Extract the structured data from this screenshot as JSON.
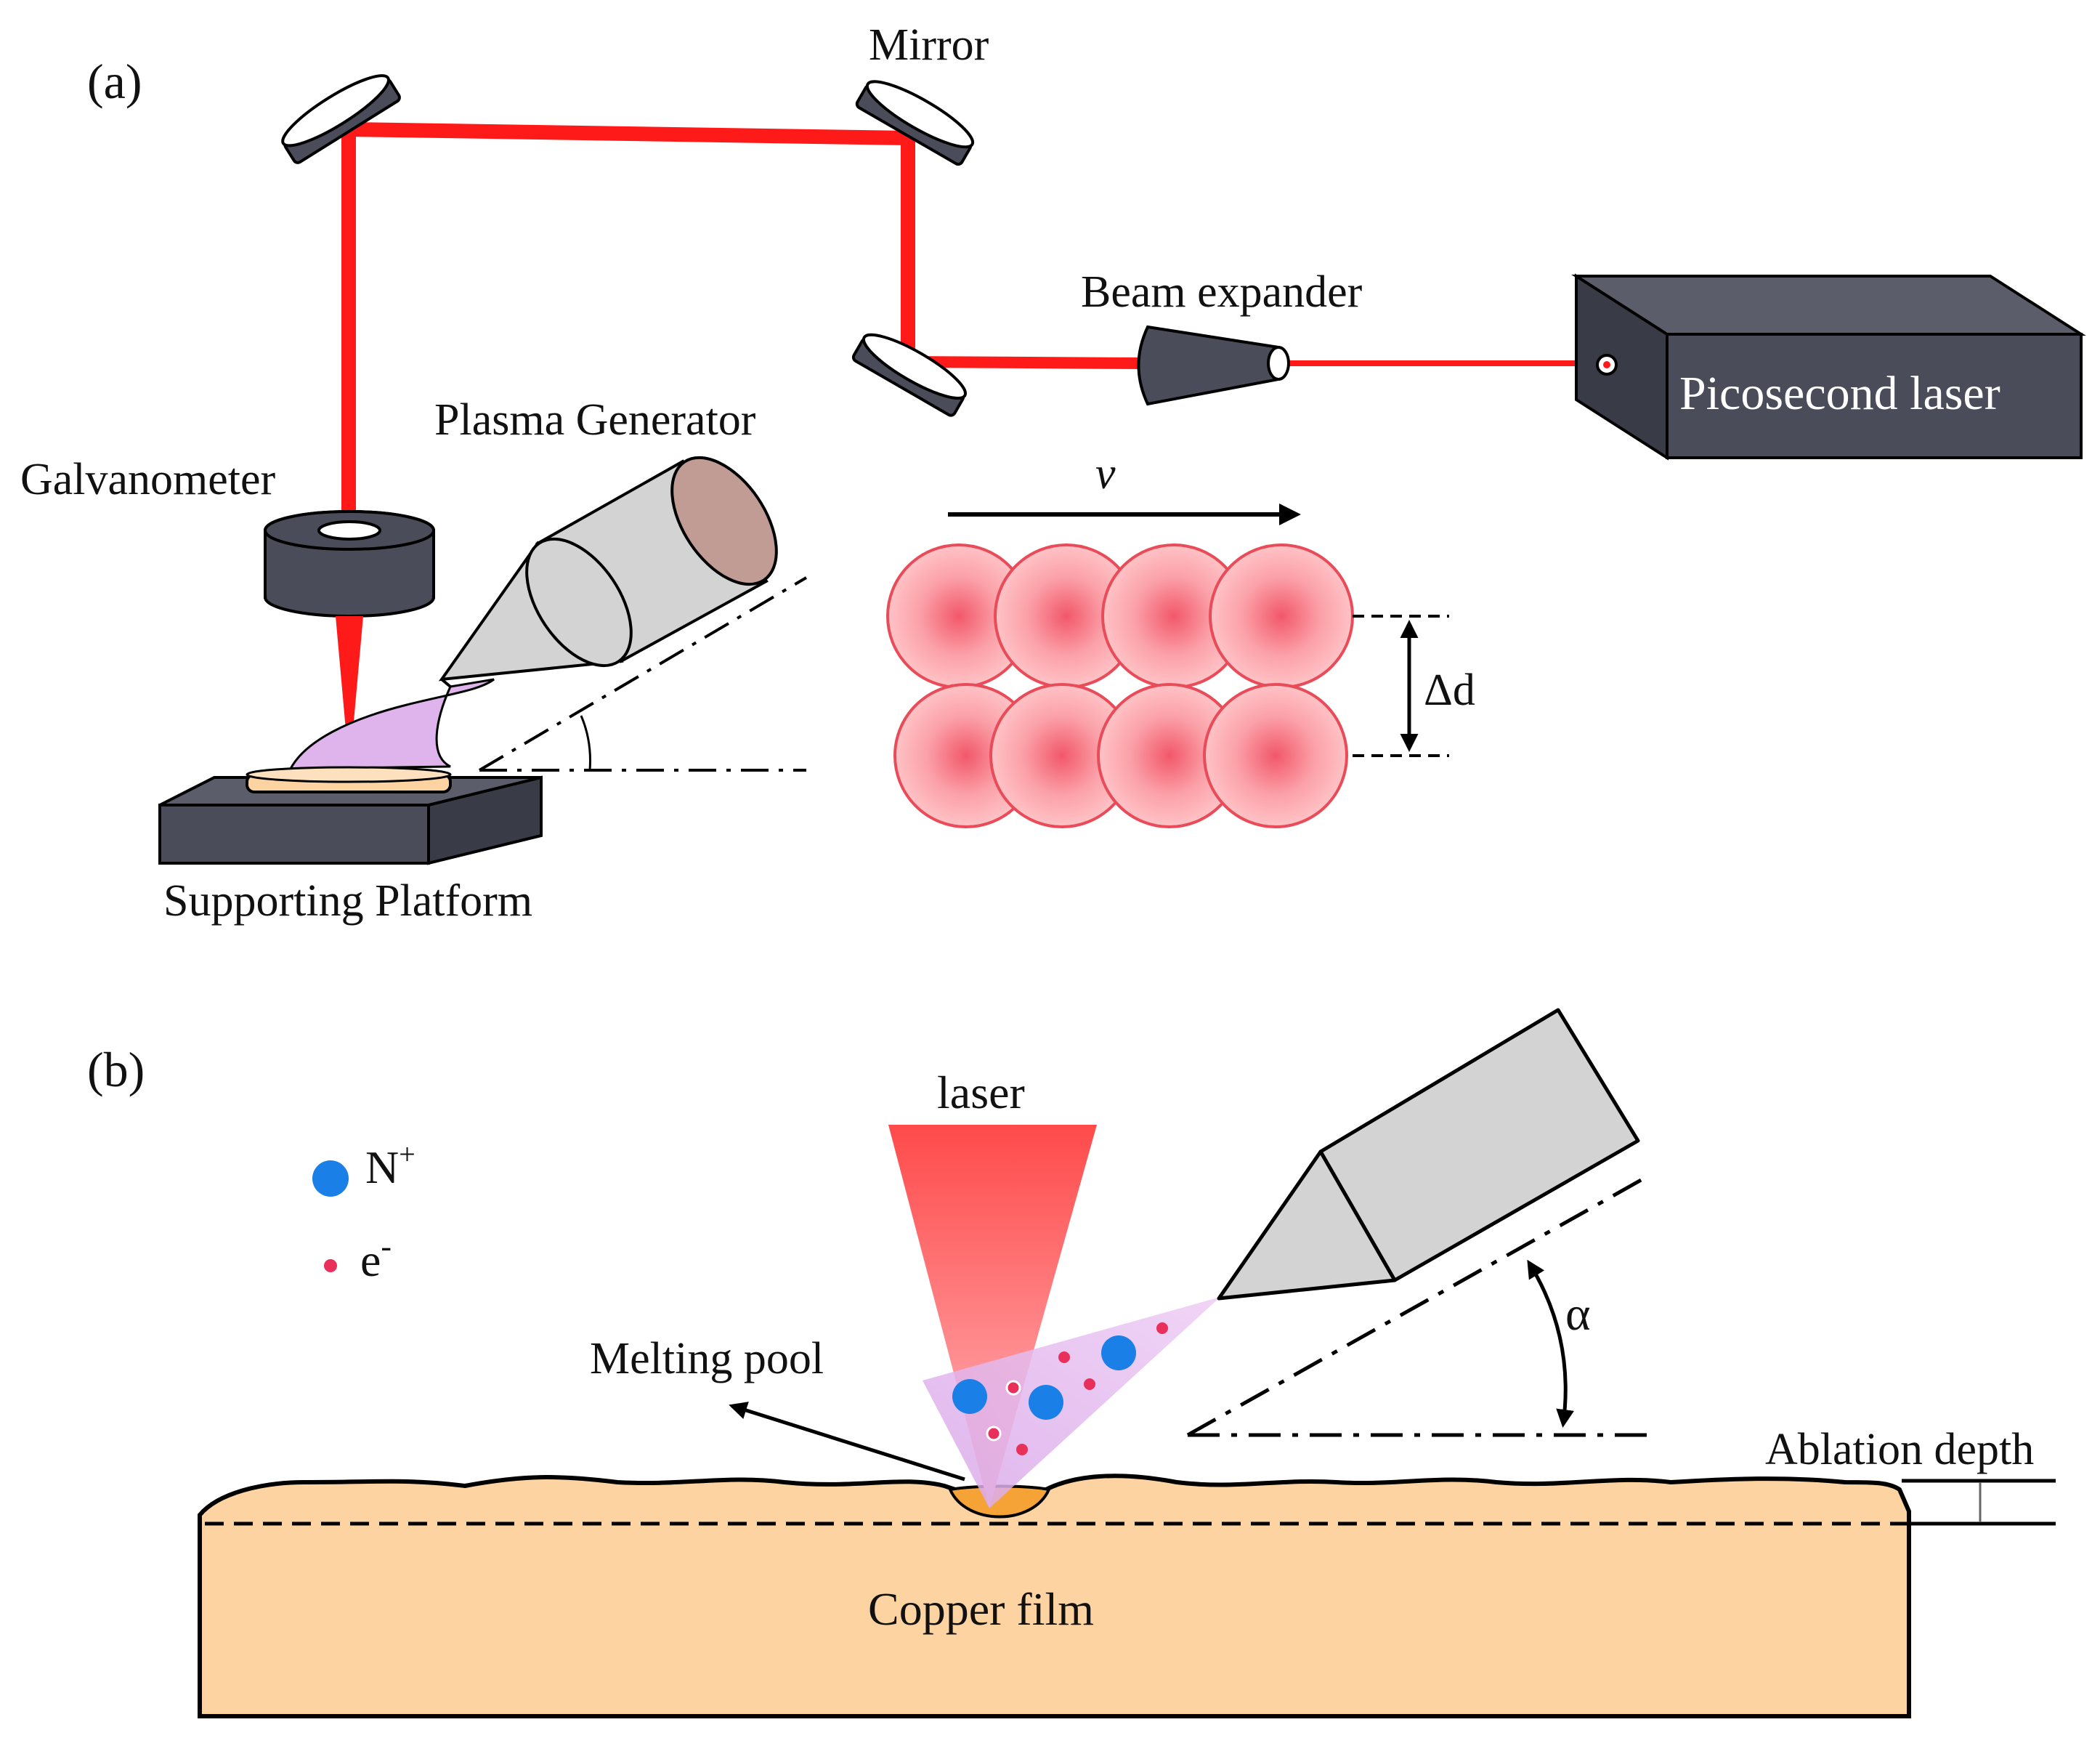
{
  "panel_a": {
    "tag": "(a)",
    "labels": {
      "mirror": "Mirror",
      "beam_expander": "Beam expander",
      "laser_source": "Picosecond laser",
      "galvanometer": "Galvanometer",
      "plasma_generator": "Plasma  Generator",
      "platform": "Supporting Platform",
      "velocity": "v",
      "spacing": "Δd"
    }
  },
  "panel_b": {
    "tag": "(b)",
    "labels": {
      "laser": "laser",
      "melting_pool": "Melting pool",
      "ablation_depth": "Ablation  depth",
      "copper_film": "Copper film",
      "angle": "α"
    },
    "legend": [
      {
        "symbol": "N",
        "superscript": "+",
        "color": "#1a7fe6",
        "meaning": "nitrogen-ion"
      },
      {
        "symbol": "e",
        "superscript": "-",
        "color": "#e8305a",
        "meaning": "electron"
      }
    ]
  },
  "colors": {
    "beam": "#ff1a1a",
    "device": "#4a4c5a",
    "plasma": "#dfb3ec",
    "copper": "#fdd3a1",
    "spot": "#f57d86",
    "generator": "#d3d3d3",
    "ion": "#1a7fe6",
    "electron": "#e8305a"
  }
}
